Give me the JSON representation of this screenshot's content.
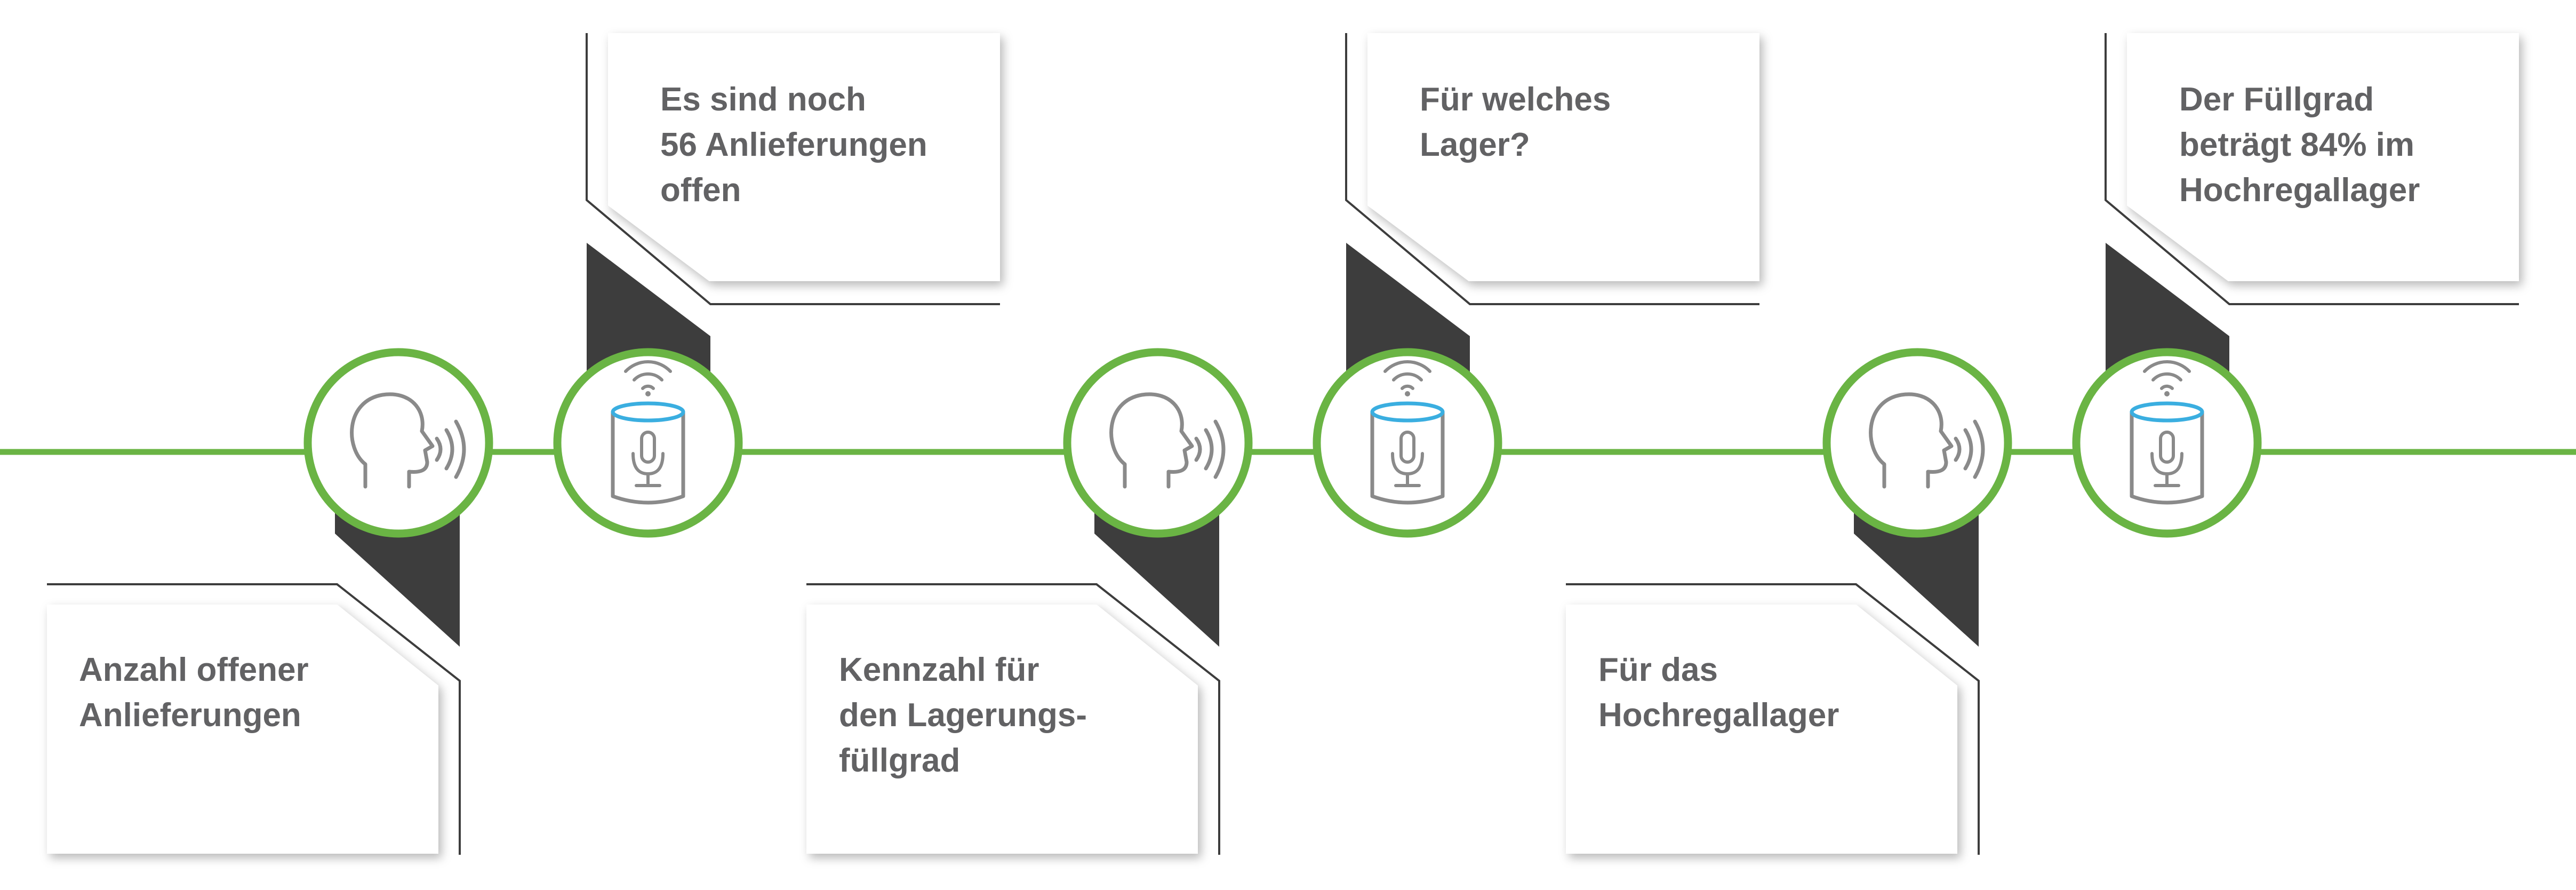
{
  "colors": {
    "accent": "#6ab444",
    "text": "#626264",
    "icon": "#8a8a8a",
    "device_ring": "#3aaee0",
    "dark_tab": "#3d3d3d",
    "card": "#ffffff"
  },
  "dialogue": [
    {
      "speaker": "user",
      "icon": "speaking-head-icon",
      "text": "Anzahl offener\nAnlieferungen"
    },
    {
      "speaker": "assistant",
      "icon": "smart-speaker-icon",
      "text": "Es sind noch\n56 Anlieferungen\noffen"
    },
    {
      "speaker": "user",
      "icon": "speaking-head-icon",
      "text": "Kennzahl für\nden Lagerungs-\nfüllgrad"
    },
    {
      "speaker": "assistant",
      "icon": "smart-speaker-icon",
      "text": "Für welches\nLager?"
    },
    {
      "speaker": "user",
      "icon": "speaking-head-icon",
      "text": "Für das\nHochregallager"
    },
    {
      "speaker": "assistant",
      "icon": "smart-speaker-icon",
      "text": "Der Füllgrad\nbeträgt 84% im\nHochregallager"
    }
  ]
}
